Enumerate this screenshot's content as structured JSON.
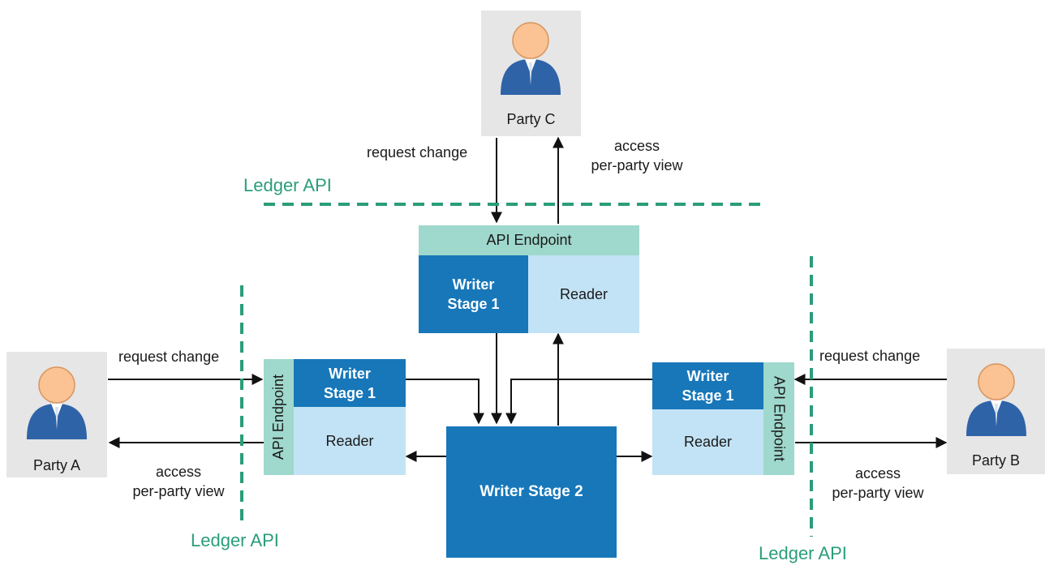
{
  "colors": {
    "writer": "#1777b9",
    "reader": "#c2e3f5",
    "endpoint": "#9fd8cc",
    "ledger": "#2a9d7a",
    "party_bg": "#e6e6e6"
  },
  "parties": {
    "a": "Party A",
    "b": "Party B",
    "c": "Party C"
  },
  "nodes": {
    "api_endpoint": "API Endpoint",
    "writer_stage_1_line1": "Writer",
    "writer_stage_1_line2": "Stage 1",
    "reader": "Reader",
    "writer_stage_2": "Writer Stage 2"
  },
  "edge_labels": {
    "request_change": "request change",
    "access": "access",
    "per_party_view": "per-party view"
  },
  "boundary_label": "Ledger API",
  "icons": [
    "person-icon"
  ]
}
